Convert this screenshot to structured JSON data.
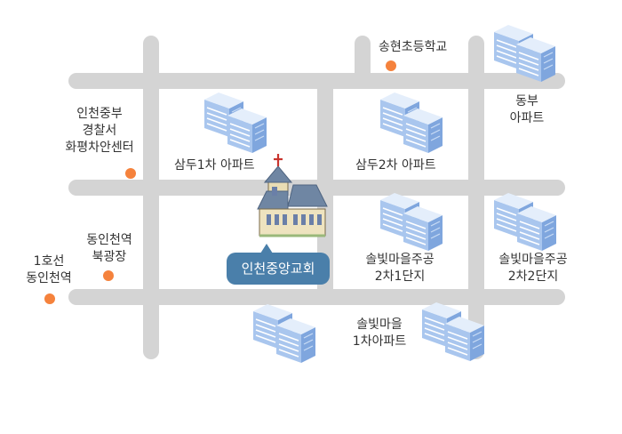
{
  "colors": {
    "road": "#d4d4d4",
    "dot": "#f5823c",
    "building_face": "#a9c6ee",
    "building_side": "#7fa6de",
    "building_top": "#e4eefb",
    "callout_bg": "#4a7faa"
  },
  "landmarks": {
    "songhyeon_school": "송현초등학교",
    "dongbu_apt": [
      "동부",
      "아파트"
    ],
    "police_center": [
      "인천중부",
      "경찰서",
      "화평차안센터"
    ],
    "samdu1_apt": "삼두1차 아파트",
    "samdu2_apt": "삼두2차 아파트",
    "dongincheon_north_plaza": [
      "동인천역",
      "북광장"
    ],
    "line1_dongincheon": [
      "1호선",
      "동인천역"
    ],
    "solbit_2cha_1danji": [
      "솔빛마을주공",
      "2차1단지"
    ],
    "solbit_2cha_2danji": [
      "솔빛마을주공",
      "2차2단지"
    ],
    "solbit_1cha_apt": [
      "솔빛마을",
      "1차아파트"
    ]
  },
  "destination": {
    "name": "인천중앙교회",
    "icon": "church-icon"
  },
  "markers": [
    {
      "name": "school-marker",
      "for": "송현초등학교"
    },
    {
      "name": "police-marker",
      "for": "화평차안센터"
    },
    {
      "name": "plaza-marker",
      "for": "북광장"
    },
    {
      "name": "station-marker",
      "for": "동인천역"
    }
  ]
}
